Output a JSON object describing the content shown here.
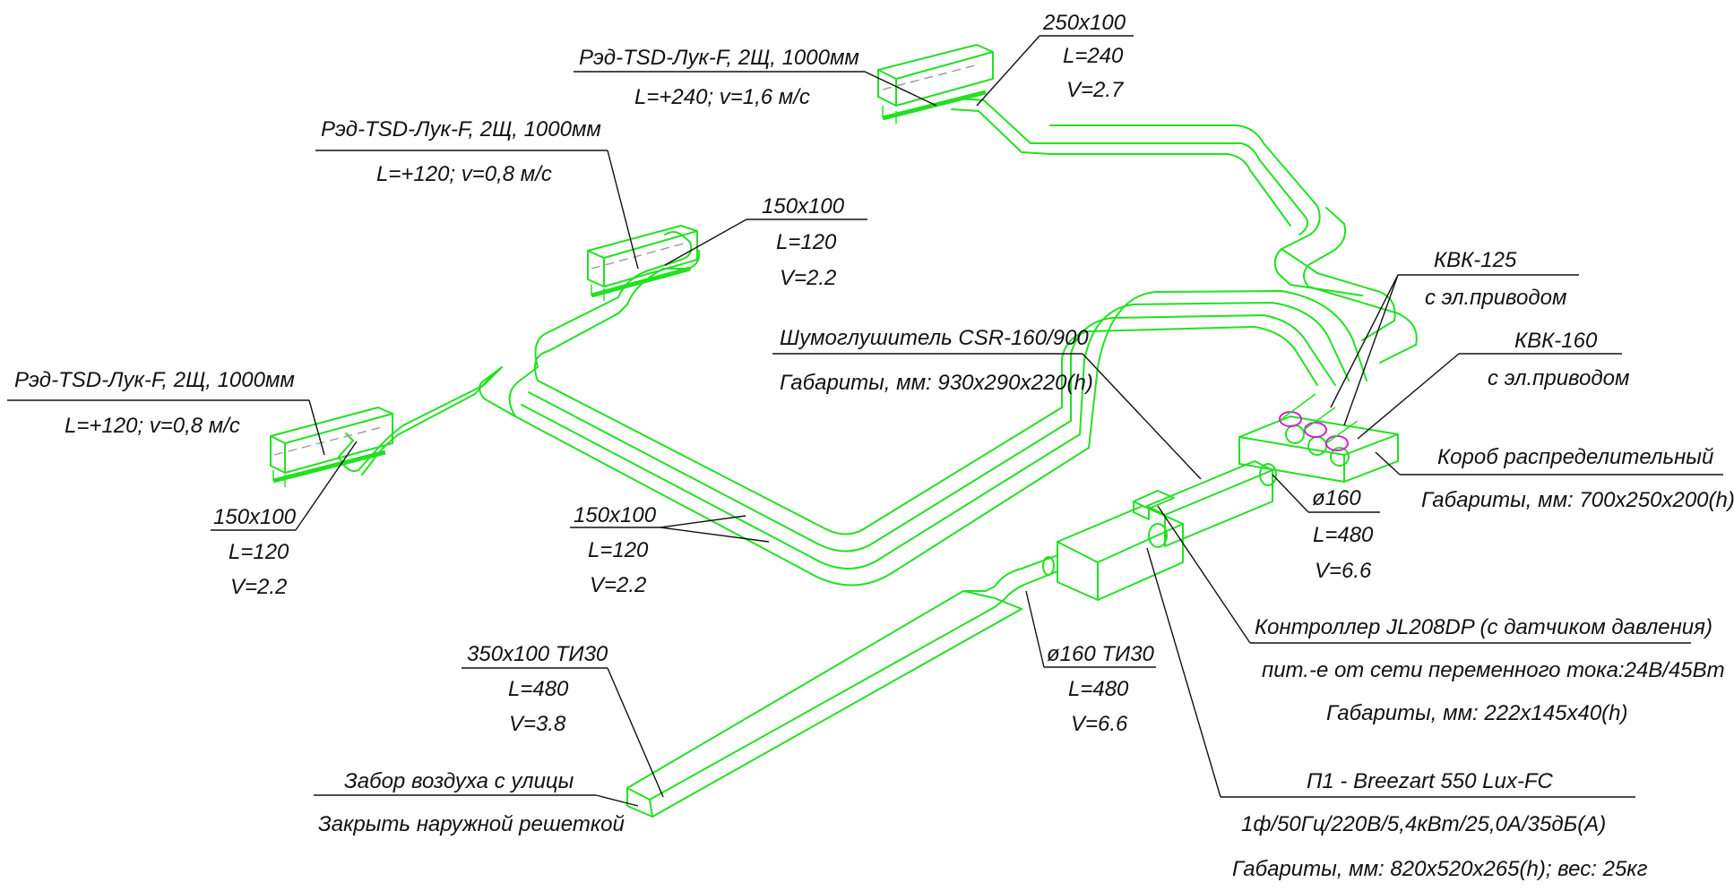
{
  "colors": {
    "duct": "#22e022",
    "damper": "#d020d0",
    "text": "#111111",
    "background": "#ffffff"
  },
  "labels": {
    "grille_top": {
      "line1": "Рэд-TSD-Лук-F, 2Щ, 1000мм",
      "line2": "L=+240; v=1,6 м/с"
    },
    "grille_mid": {
      "line1": "Рэд-TSD-Лук-F, 2Щ, 1000мм",
      "line2": "L=+120; v=0,8 м/с"
    },
    "grille_left": {
      "line1": "Рэд-TSD-Лук-F, 2Щ, 1000мм",
      "line2": "L=+120; v=0,8 м/с"
    },
    "duct_250": {
      "size": "250x100",
      "flow": "L=240",
      "velocity": "V=2.7"
    },
    "duct_150_mid": {
      "size": "150x100",
      "flow": "L=120",
      "velocity": "V=2.2"
    },
    "duct_150_left": {
      "size": "150x100",
      "flow": "L=120",
      "velocity": "V=2.2"
    },
    "duct_150_center": {
      "size": "150x100",
      "flow": "L=120",
      "velocity": "V=2.2"
    },
    "kvk125": {
      "line1": "КВК-125",
      "line2": "с эл.приводом"
    },
    "kvk160": {
      "line1": "КВК-160",
      "line2": "с эл.приводом"
    },
    "silencer": {
      "line1": "Шумоглушитель CSR-160/900",
      "line2": "Габариты, мм: 930x290x220(h)"
    },
    "distribution_box": {
      "line1": "Короб распределительный",
      "line2": "Габариты, мм: 700x250x200(h)"
    },
    "duct_160": {
      "size": "ø160",
      "flow": "L=480",
      "velocity": "V=6.6"
    },
    "controller": {
      "line1": "Контроллер JL208DP (с датчиком давления)",
      "line2": "пит.-е от сети переменного тока:24В/45Вт",
      "line3": "Габариты, мм: 222x145x40(h)"
    },
    "duct_160_insul": {
      "size": "ø160 ТИ30",
      "flow": "L=480",
      "velocity": "V=6.6"
    },
    "duct_350": {
      "size": "350x100 ТИ30",
      "flow": "L=480",
      "velocity": "V=3.8"
    },
    "intake": {
      "line1": "Забор воздуха с улицы",
      "line2": "Закрыть наружной решеткой"
    },
    "unit_p1": {
      "line1": "П1 - Breezart 550 Lux-FC",
      "line2": "1ф/50Гц/220В/5,4кВт/25,0А/35дБ(А)",
      "line3": "Габариты, мм: 820x520x265(h); вес: 25кг"
    }
  }
}
